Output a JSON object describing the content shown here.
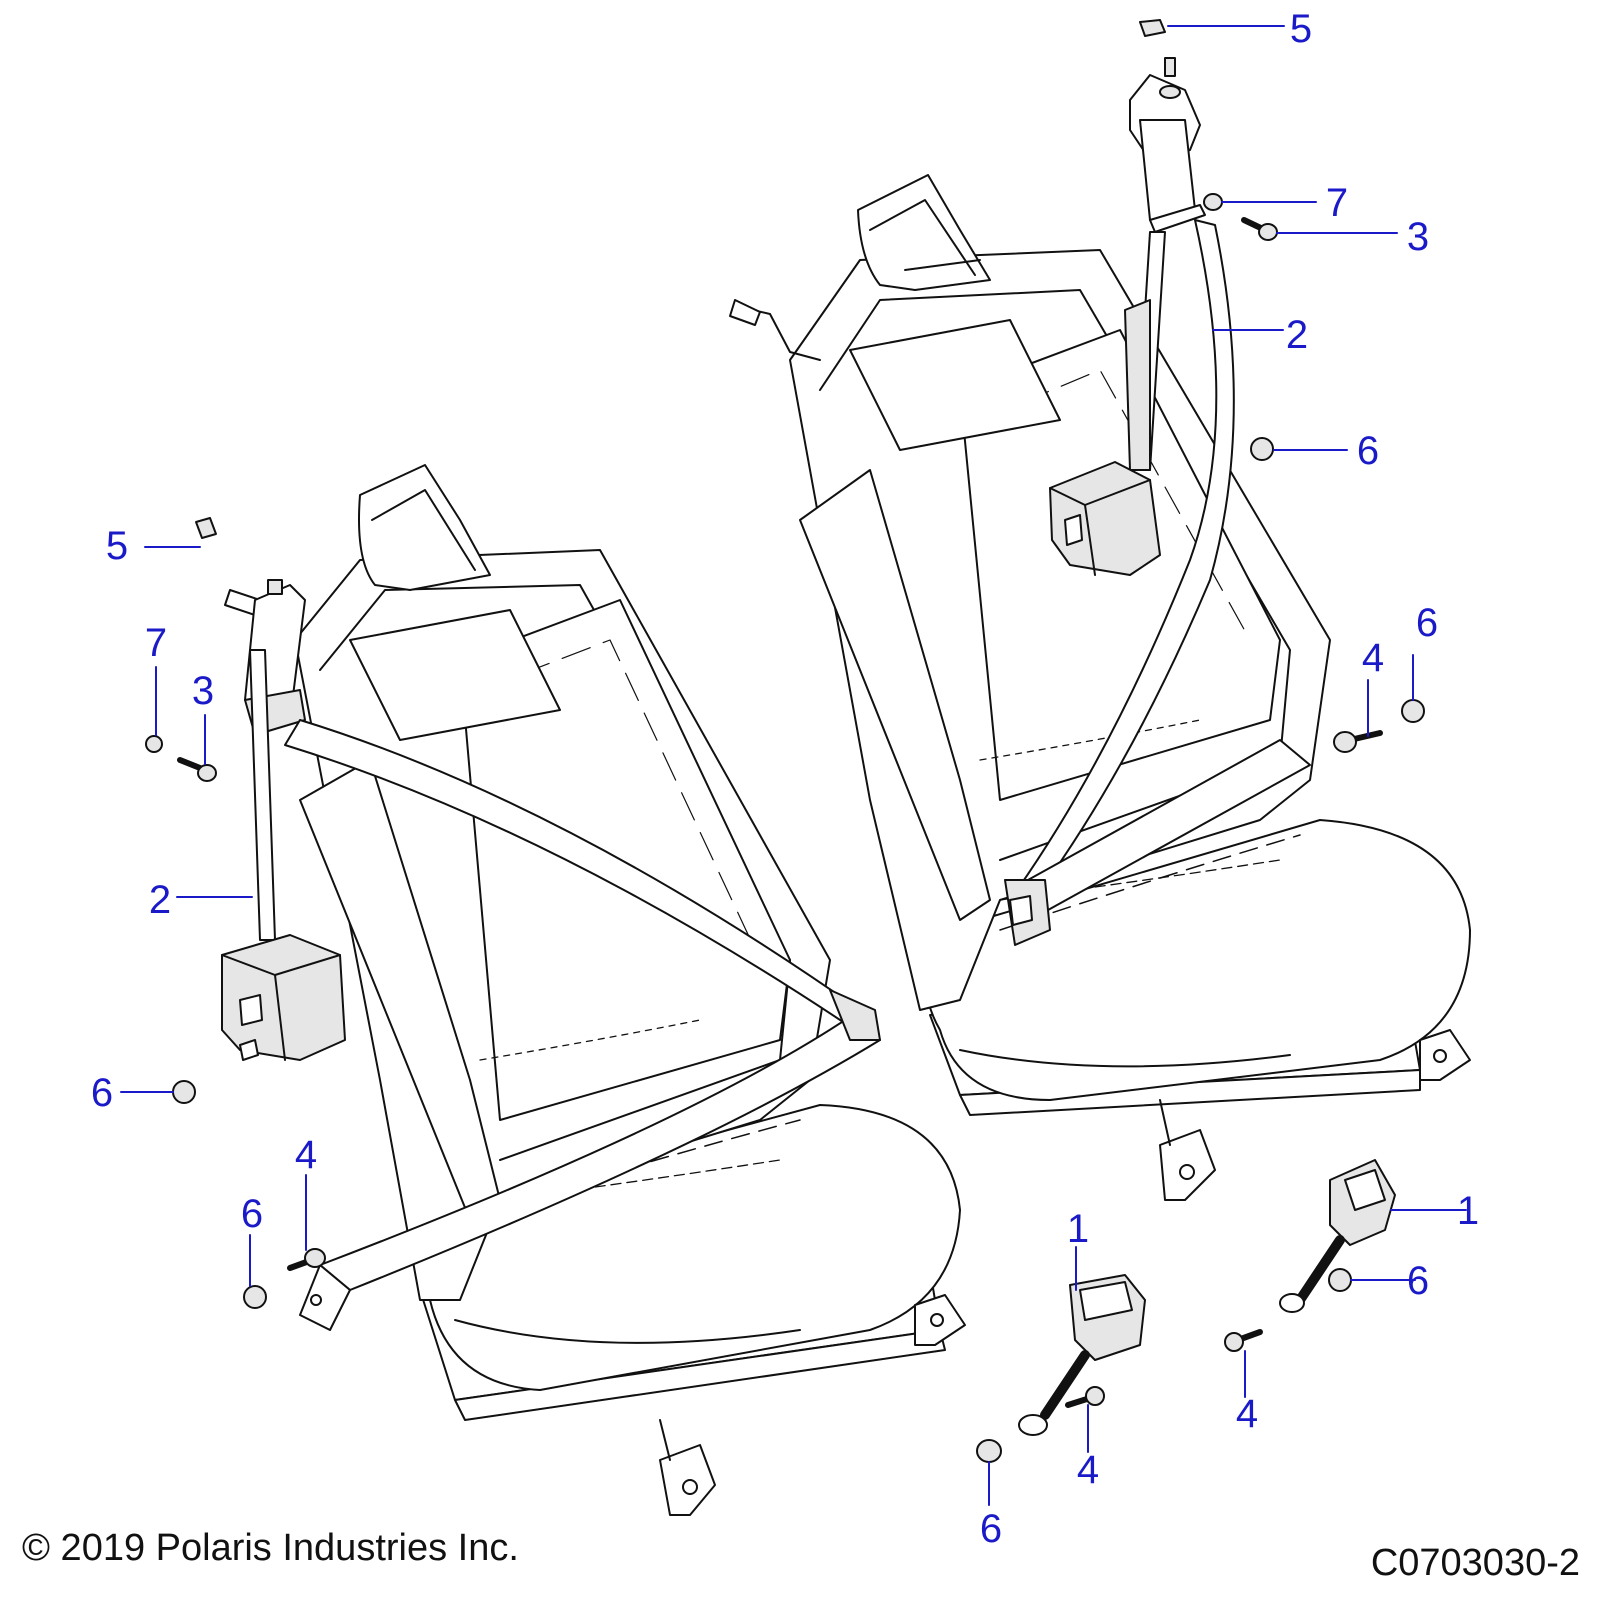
{
  "colors": {
    "callout": "#1a1ac8",
    "line": "#1a1ac8",
    "outline": "#111111",
    "part_shade": "#e6e6e6"
  },
  "callouts": [
    {
      "label": "5"
    },
    {
      "label": "7"
    },
    {
      "label": "3"
    },
    {
      "label": "2"
    },
    {
      "label": "6"
    },
    {
      "label": "6"
    },
    {
      "label": "4"
    },
    {
      "label": "5"
    },
    {
      "label": "7"
    },
    {
      "label": "3"
    },
    {
      "label": "2"
    },
    {
      "label": "6"
    },
    {
      "label": "4"
    },
    {
      "label": "6"
    },
    {
      "label": "1"
    },
    {
      "label": "4"
    },
    {
      "label": "6"
    },
    {
      "label": "1"
    },
    {
      "label": "6"
    },
    {
      "label": "4"
    }
  ],
  "footer": {
    "copyright": "© 2019 Polaris Industries Inc.",
    "figure_id": "C0703030-2"
  }
}
